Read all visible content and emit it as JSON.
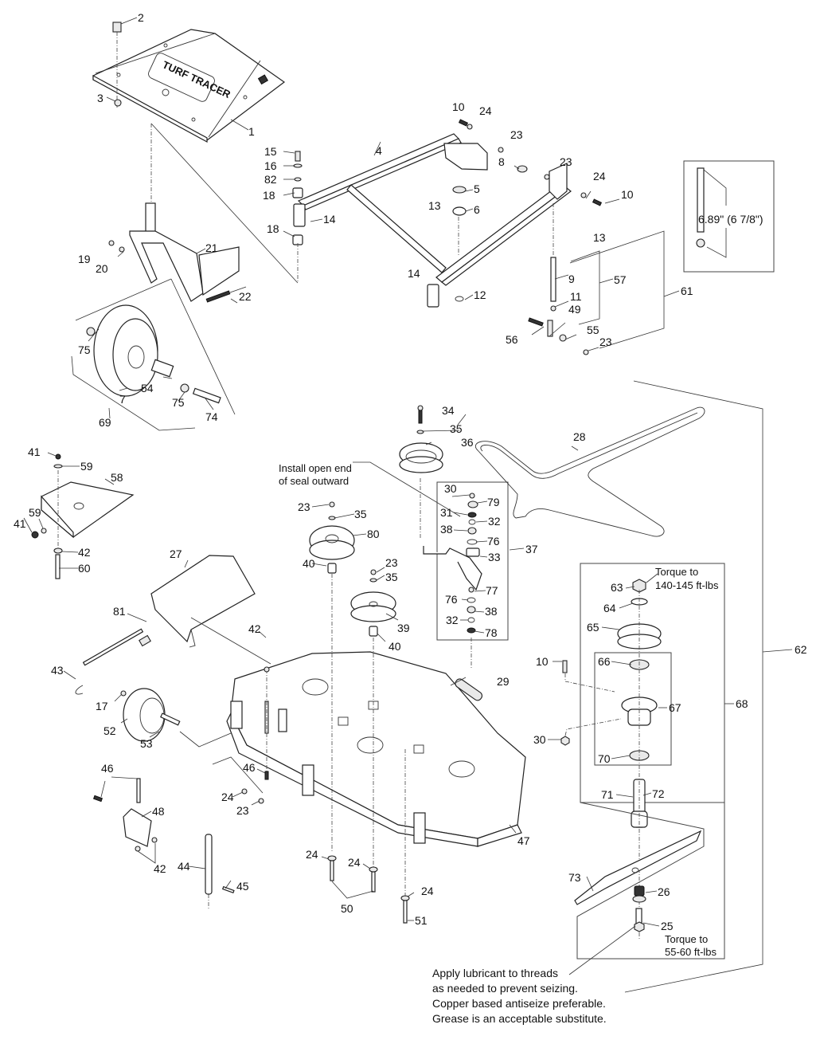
{
  "diagram": {
    "title": "Mower deck and caster assembly exploded parts view",
    "callouts": {
      "c1": "1",
      "c2": "2",
      "c3": "3",
      "c4": "4",
      "c5": "5",
      "c6": "6",
      "c7": "7",
      "c8": "8",
      "c9": "9",
      "c10a": "10",
      "c10b": "10",
      "c10c": "10",
      "c11": "11",
      "c12": "12",
      "c13a": "13",
      "c13b": "13",
      "c14a": "14",
      "c14b": "14",
      "c15": "15",
      "c16": "16",
      "c17": "17",
      "c18a": "18",
      "c18b": "18",
      "c19": "19",
      "c20": "20",
      "c21": "21",
      "c22": "22",
      "c23a": "23",
      "c23b": "23",
      "c23c": "23",
      "c23d": "23",
      "c23e": "23",
      "c23f": "23",
      "c24a": "24",
      "c24b": "24",
      "c24c": "24",
      "c24d": "24",
      "c24e": "24",
      "c24f": "24",
      "c25": "25",
      "c26": "26",
      "c27": "27",
      "c28": "28",
      "c29": "29",
      "c30a": "30",
      "c30b": "30",
      "c31": "31",
      "c32a": "32",
      "c32b": "32",
      "c33": "33",
      "c34": "34",
      "c35a": "35",
      "c35b": "35",
      "c35c": "35",
      "c36": "36",
      "c37": "37",
      "c38a": "38",
      "c38b": "38",
      "c39": "39",
      "c40a": "40",
      "c40b": "40",
      "c41a": "41",
      "c41b": "41",
      "c42a": "42",
      "c42b": "42",
      "c42c": "42",
      "c43": "43",
      "c44": "44",
      "c45": "45",
      "c46a": "46",
      "c46b": "46",
      "c47": "47",
      "c48": "48",
      "c49": "49",
      "c50": "50",
      "c51": "51",
      "c52": "52",
      "c53": "53",
      "c54": "54",
      "c55": "55",
      "c56": "56",
      "c57": "57",
      "c58": "58",
      "c59a": "59",
      "c59b": "59",
      "c60": "60",
      "c61": "61",
      "c62": "62",
      "c63": "63",
      "c64": "64",
      "c65": "65",
      "c66": "66",
      "c67": "67",
      "c68": "68",
      "c69": "69",
      "c70": "70",
      "c71": "71",
      "c72": "72",
      "c73": "73",
      "c74": "74",
      "c75a": "75",
      "c75b": "75",
      "c76a": "76",
      "c76b": "76",
      "c77": "77",
      "c78": "78",
      "c79": "79",
      "c80": "80",
      "c81": "81",
      "c82": "82"
    },
    "notes": {
      "seal": [
        "Install open end",
        "of seal outward"
      ],
      "torque_spindle": [
        "Torque to",
        "140-145 ft-lbs"
      ],
      "torque_blade": [
        "Torque to",
        "55-60 ft-lbs"
      ],
      "lubricant": [
        "Apply lubricant to threads",
        "as needed to prevent seizing.",
        "Copper based antiseize preferable.",
        "Grease is an acceptable substitute."
      ],
      "caster_dimension": "6.89\" (6 7/8\")",
      "hood_logo": "TURF TRACER"
    }
  }
}
